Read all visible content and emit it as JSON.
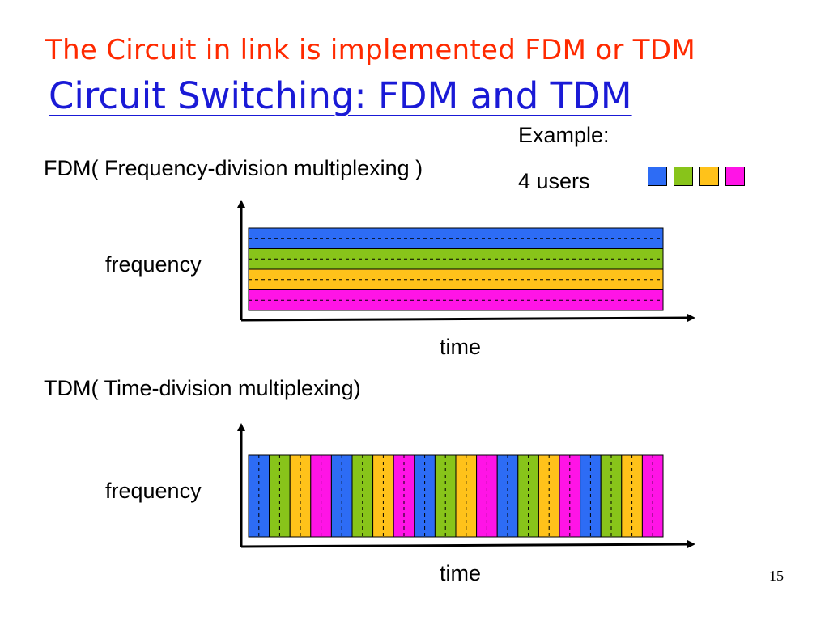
{
  "slide": {
    "subtitle": "The Circuit in link is implemented FDM or TDM",
    "title": "Circuit Switching: FDM and TDM",
    "example_label": "Example:",
    "users_label": "4 users",
    "slide_number": "15"
  },
  "colors": {
    "user_1": "#2d6cf5",
    "user_2": "#88c41a",
    "user_3": "#ffc21a",
    "user_4": "#ff14e6",
    "subtitle": "#ff2a00",
    "title": "#1a1ad6"
  },
  "fdm": {
    "heading": "FDM( Frequency-division multiplexing )",
    "y_label": "frequency",
    "x_label": "time",
    "bands": 4
  },
  "tdm": {
    "heading": "TDM( Time-division multiplexing)",
    "y_label": "frequency",
    "x_label": "time",
    "slots": 20
  }
}
